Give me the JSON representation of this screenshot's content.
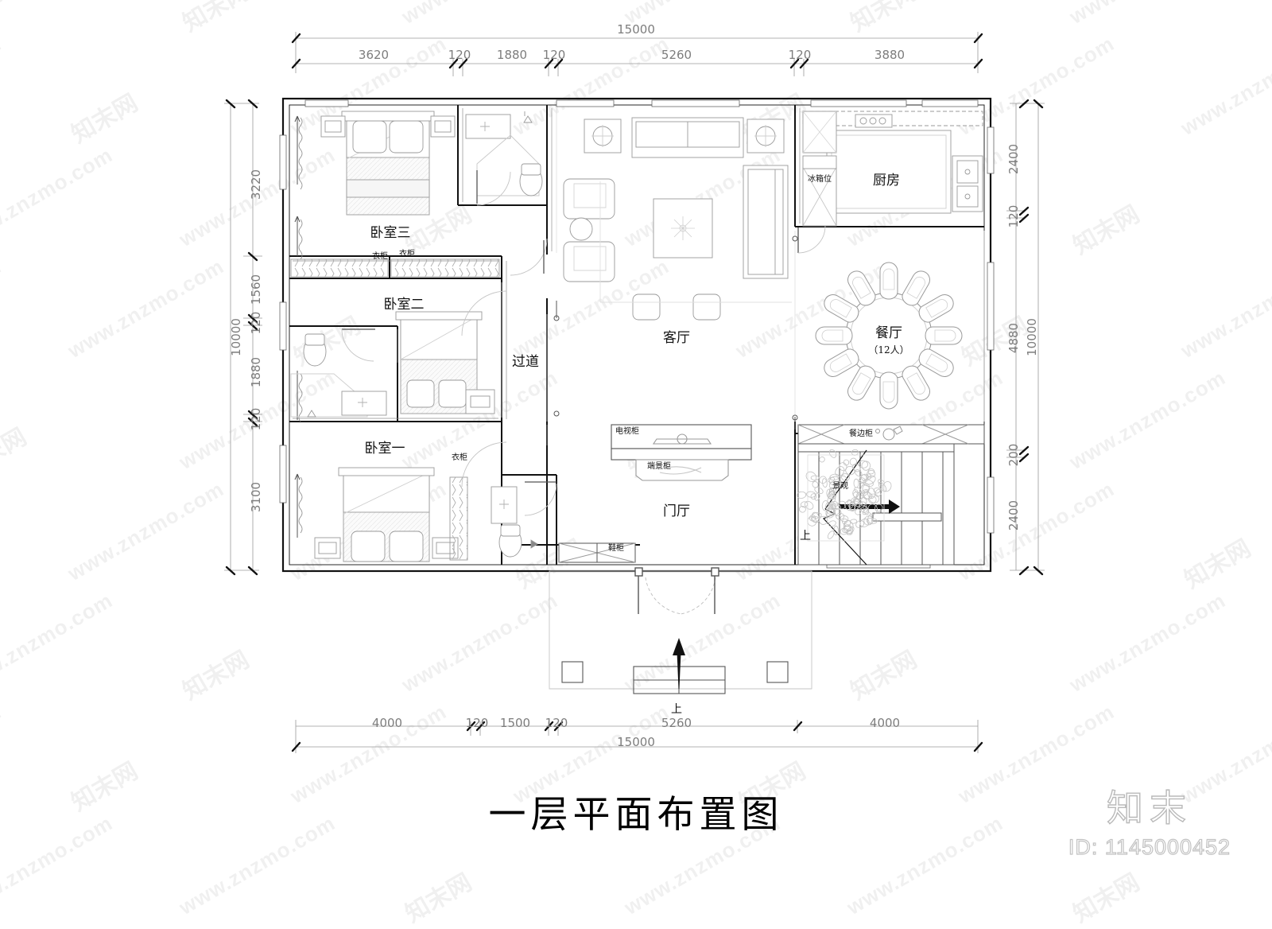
{
  "drawing": {
    "title": "一层平面布置图",
    "overall_width": "15000",
    "overall_height": "10000"
  },
  "watermark": {
    "url_text": "www.znzmo.com",
    "cn_text": "知末网",
    "logo_mark": "知末",
    "logo_id": "ID: 1145000452"
  },
  "dimensions": {
    "top_chain": [
      "3620",
      "120",
      "1880",
      "120",
      "5260",
      "120",
      "3880"
    ],
    "top_total": "15000",
    "bottom_chain": [
      "4000",
      "120",
      "1500",
      "120",
      "5260",
      "4000"
    ],
    "bottom_total": "15000",
    "left_chain": [
      "3220",
      "1560",
      "120",
      "1880",
      "120",
      "3100"
    ],
    "left_total": "10000",
    "right_chain": [
      "2400",
      "120",
      "4880",
      "200",
      "2400"
    ],
    "right_total": "10000"
  },
  "rooms": [
    {
      "id": "bedroom-3",
      "label": "卧室三",
      "sub": ""
    },
    {
      "id": "bedroom-2",
      "label": "卧室二",
      "sub": ""
    },
    {
      "id": "bedroom-1",
      "label": "卧室一",
      "sub": ""
    },
    {
      "id": "corridor",
      "label": "过道",
      "sub": ""
    },
    {
      "id": "living-room",
      "label": "客厅",
      "sub": ""
    },
    {
      "id": "kitchen",
      "label": "厨房",
      "sub": ""
    },
    {
      "id": "dining-room",
      "label": "餐厅",
      "sub": "（12人）"
    },
    {
      "id": "entrance-hall",
      "label": "门厅",
      "sub": ""
    }
  ],
  "furniture_labels": [
    {
      "id": "wardrobe-a",
      "label": "衣柜"
    },
    {
      "id": "wardrobe-b",
      "label": "衣柜"
    },
    {
      "id": "wardrobe-c",
      "label": "衣柜"
    },
    {
      "id": "fridge-space",
      "label": "冰箱位"
    },
    {
      "id": "tv-cabinet",
      "label": "电视柜"
    },
    {
      "id": "display-cabinet",
      "label": "端景柜"
    },
    {
      "id": "sideboard",
      "label": "餐边柜"
    },
    {
      "id": "landscape",
      "label": "景观"
    },
    {
      "id": "shoe-cabinet",
      "label": "鞋柜"
    }
  ],
  "annotations": [
    {
      "id": "stair-up-inside",
      "label": "上"
    },
    {
      "id": "stair-up-porch",
      "label": "上"
    }
  ],
  "colors": {
    "wall": "#1a1a1a",
    "furniture": "#8c8c8c",
    "light_line": "#b5b5b5",
    "dim_line": "#9a9a9a",
    "text": "#111111"
  }
}
